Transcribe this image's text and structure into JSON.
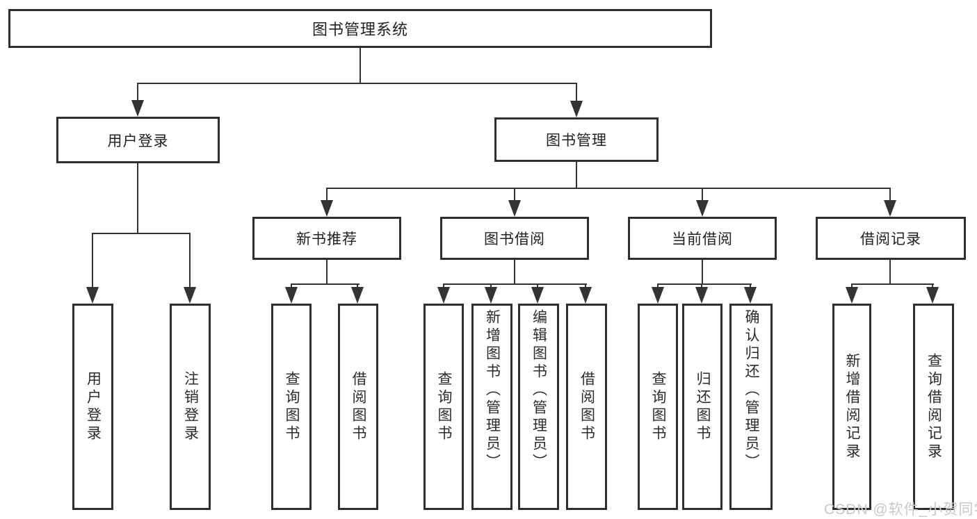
{
  "diagram_title": "图书管理系统",
  "tree": {
    "root": {
      "label": "图书管理系统"
    },
    "branches": [
      {
        "label": "用户登录",
        "leaves": [
          "用户登录",
          "注销登录"
        ]
      },
      {
        "label": "图书管理",
        "children": [
          {
            "label": "新书推荐",
            "leaves": [
              "查询图书",
              "借阅图书"
            ]
          },
          {
            "label": "图书借阅",
            "leaves": [
              "查询图书",
              "新增图书（管理员）",
              "编辑图书（管理员）",
              "借阅图书"
            ]
          },
          {
            "label": "当前借阅",
            "leaves": [
              "查询图书",
              "归还图书",
              "确认归还（管理员）"
            ]
          },
          {
            "label": "借阅记录",
            "leaves": [
              "新增借阅记录",
              "查询借阅记录"
            ]
          }
        ]
      }
    ]
  },
  "watermark": "CSDN @软件_小贺同学",
  "colors": {
    "line": "#333333",
    "box_border": "#2e2e2e",
    "text": "#212121",
    "background": "#ffffff",
    "watermark": "#c8c8c8"
  }
}
